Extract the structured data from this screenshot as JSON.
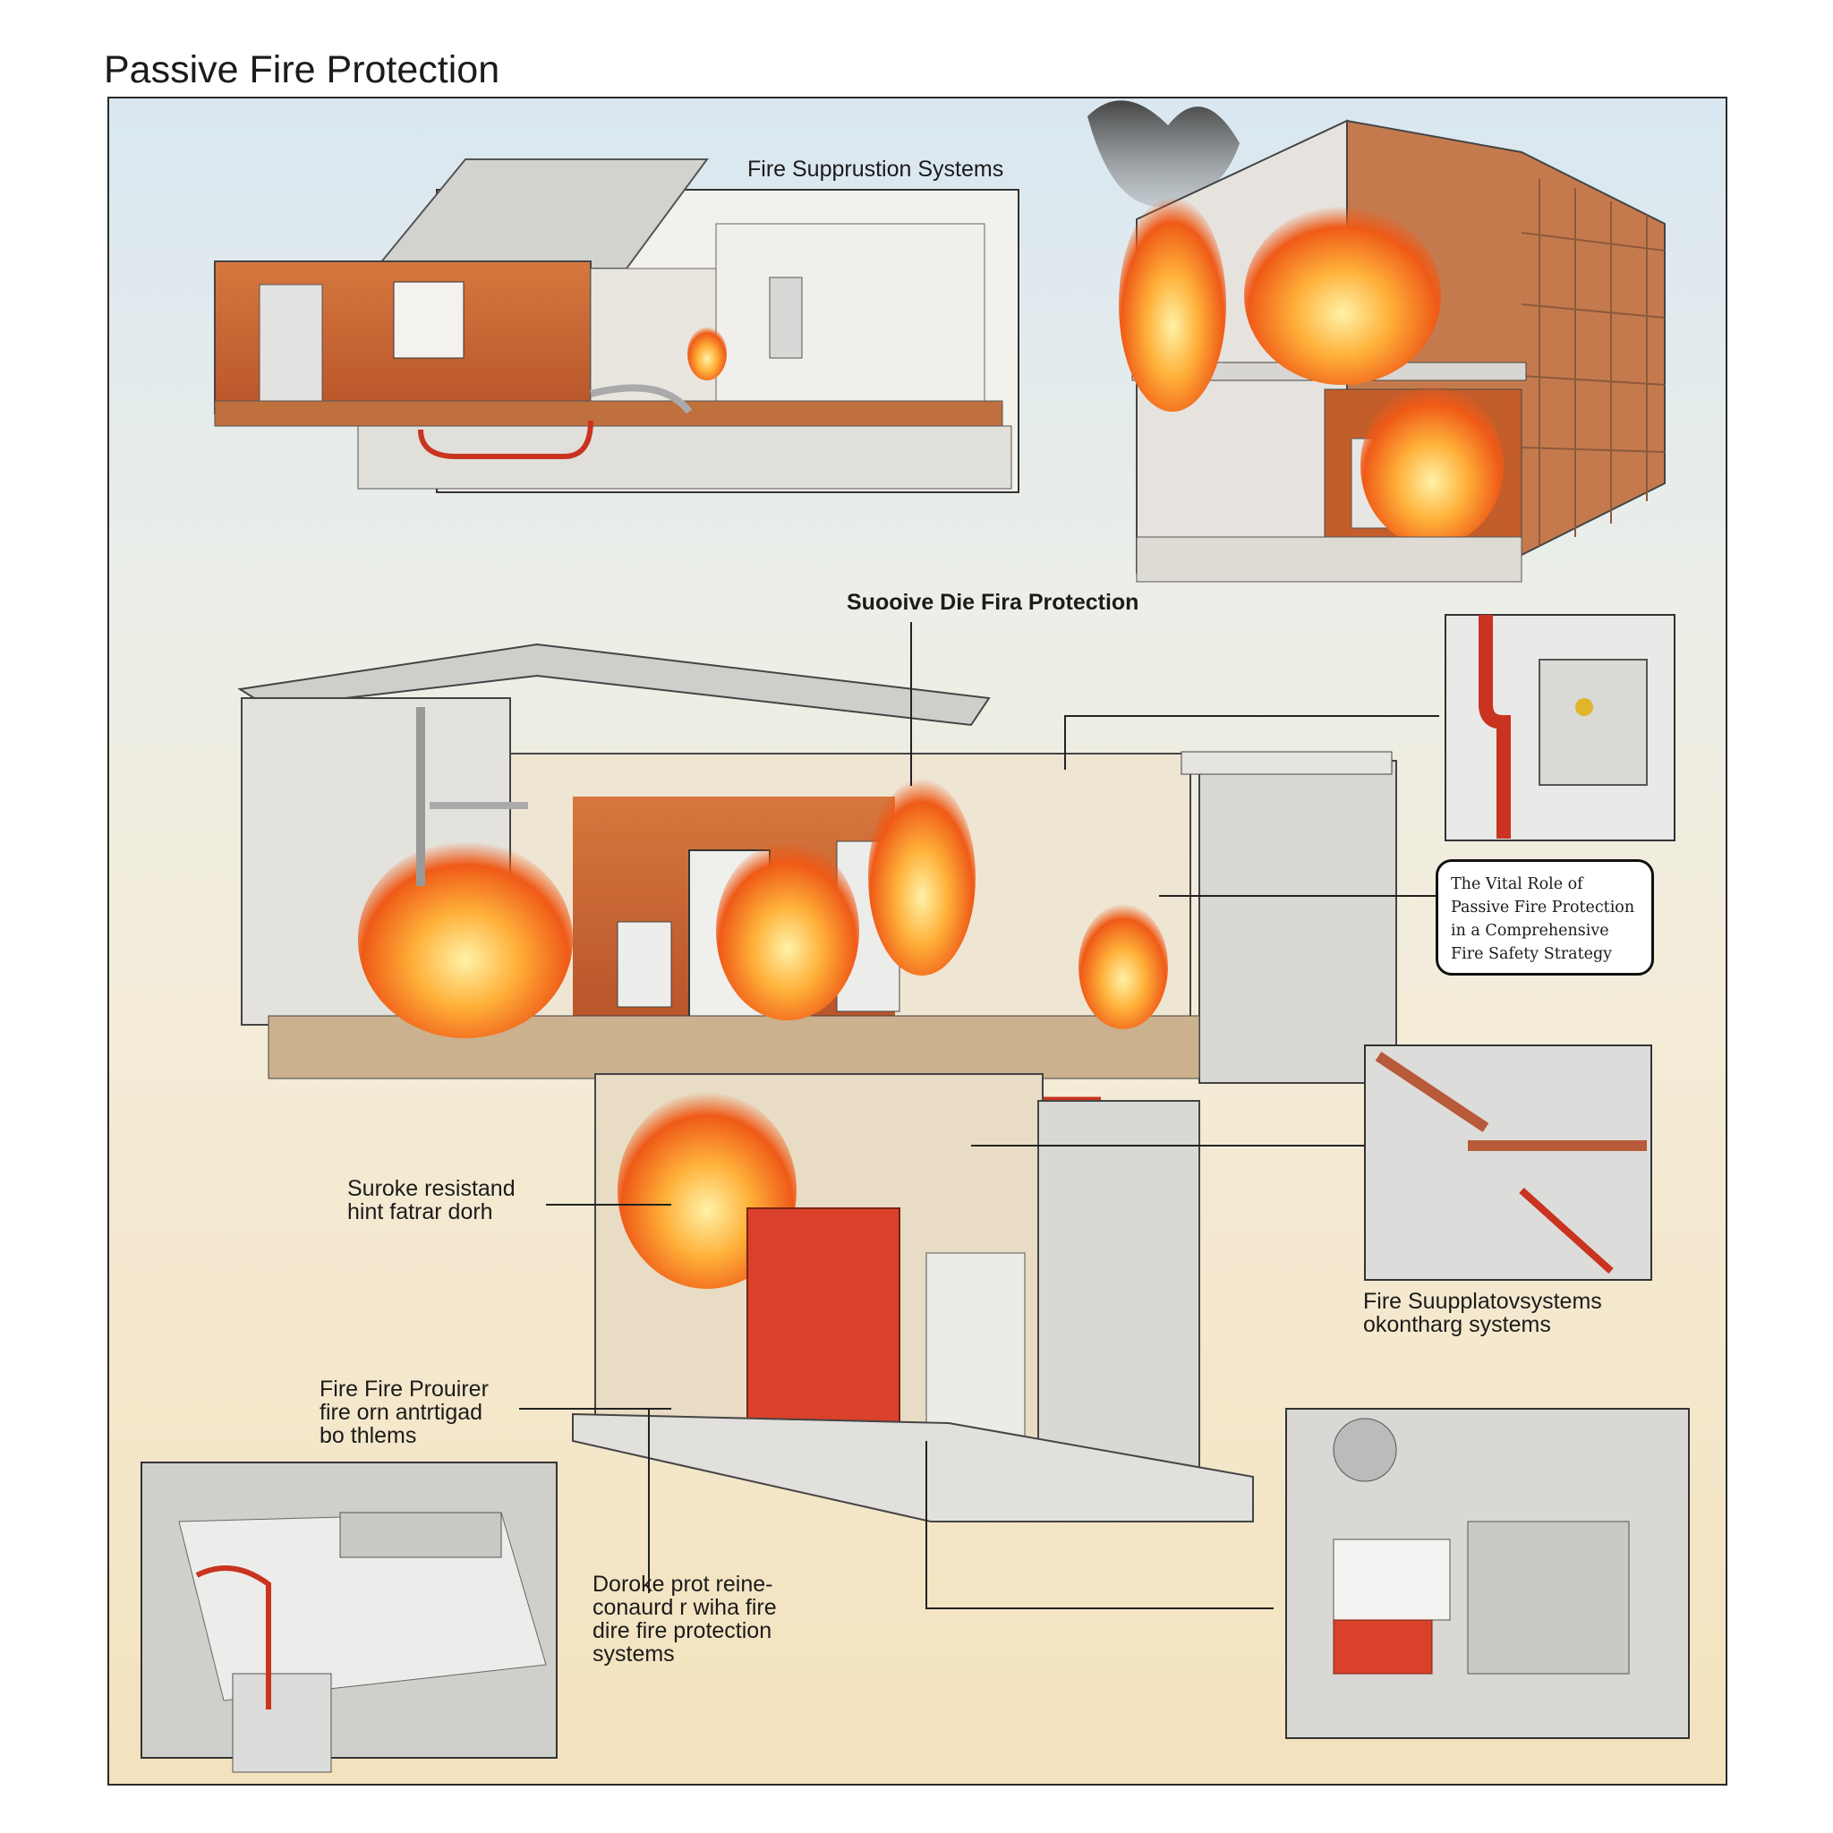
{
  "title": "Passive Fire Protection",
  "labels": {
    "fire_suppression_systems": "Fire Supprustion Systems",
    "center_heading": "Suooive Die Fira Protection",
    "smoke_resistant": "Suroke resistand\nhint fatrar dorh",
    "fire_suppl_systems": "Fire Suupplatovsystems\nokontharg systems",
    "fire_prouirer": "Fire Fire Prouirer\nfire orn antrtigad\nbo thlems",
    "dorke_prot": "Doroke prot reine-\nconaurd r wiha fire\ndire fire protection\nsystems"
  },
  "callout": {
    "text": "The Vital Role of\nPassive Fire Protection\nin a Comprehensive\nFire Safety Strategy"
  },
  "colors": {
    "fire": "#f26a1b",
    "wall_orange": "#c9622e",
    "concrete": "#d8d6d2",
    "pipe_red": "#c9331f",
    "cabinet_red": "#d9412a"
  }
}
